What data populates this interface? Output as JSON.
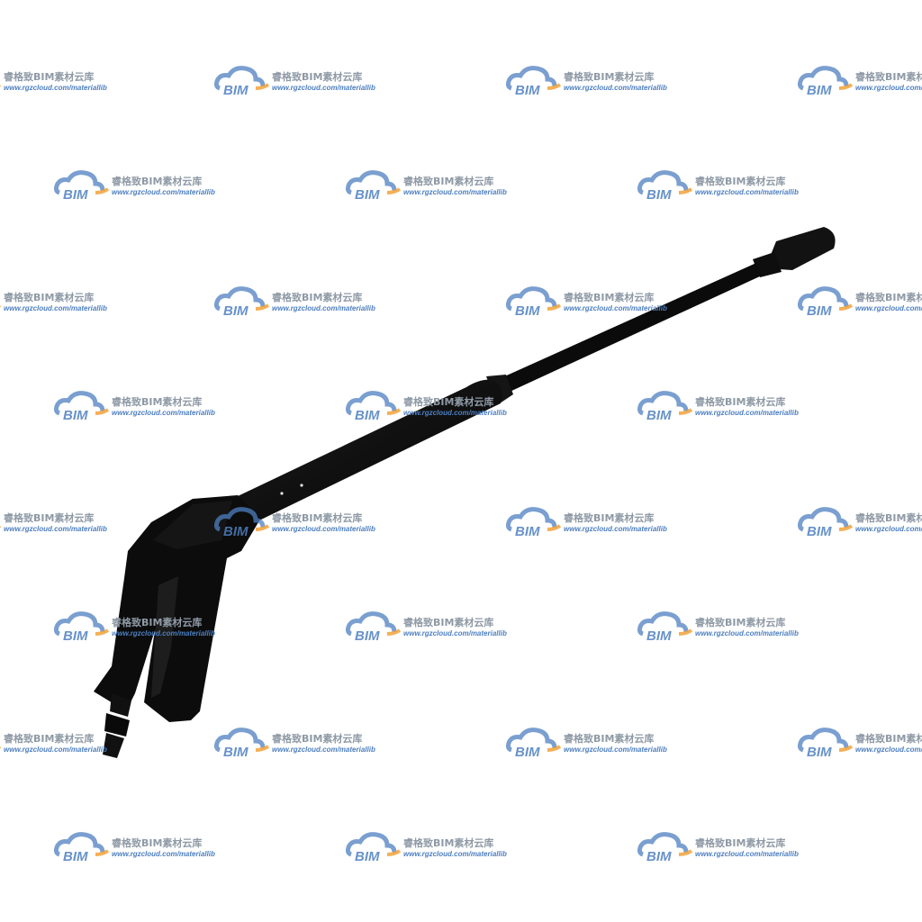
{
  "product": {
    "name": "pressure-washer-spray-lance",
    "color": "#0d0d0d"
  },
  "watermark": {
    "logo_text": "BIM",
    "title": "睿格致BIM素材云库",
    "url": "www.rgzcloud.com/materiallib",
    "logo_colors": {
      "cloud": "#4d7fc0",
      "accent": "#f2a23a"
    }
  }
}
